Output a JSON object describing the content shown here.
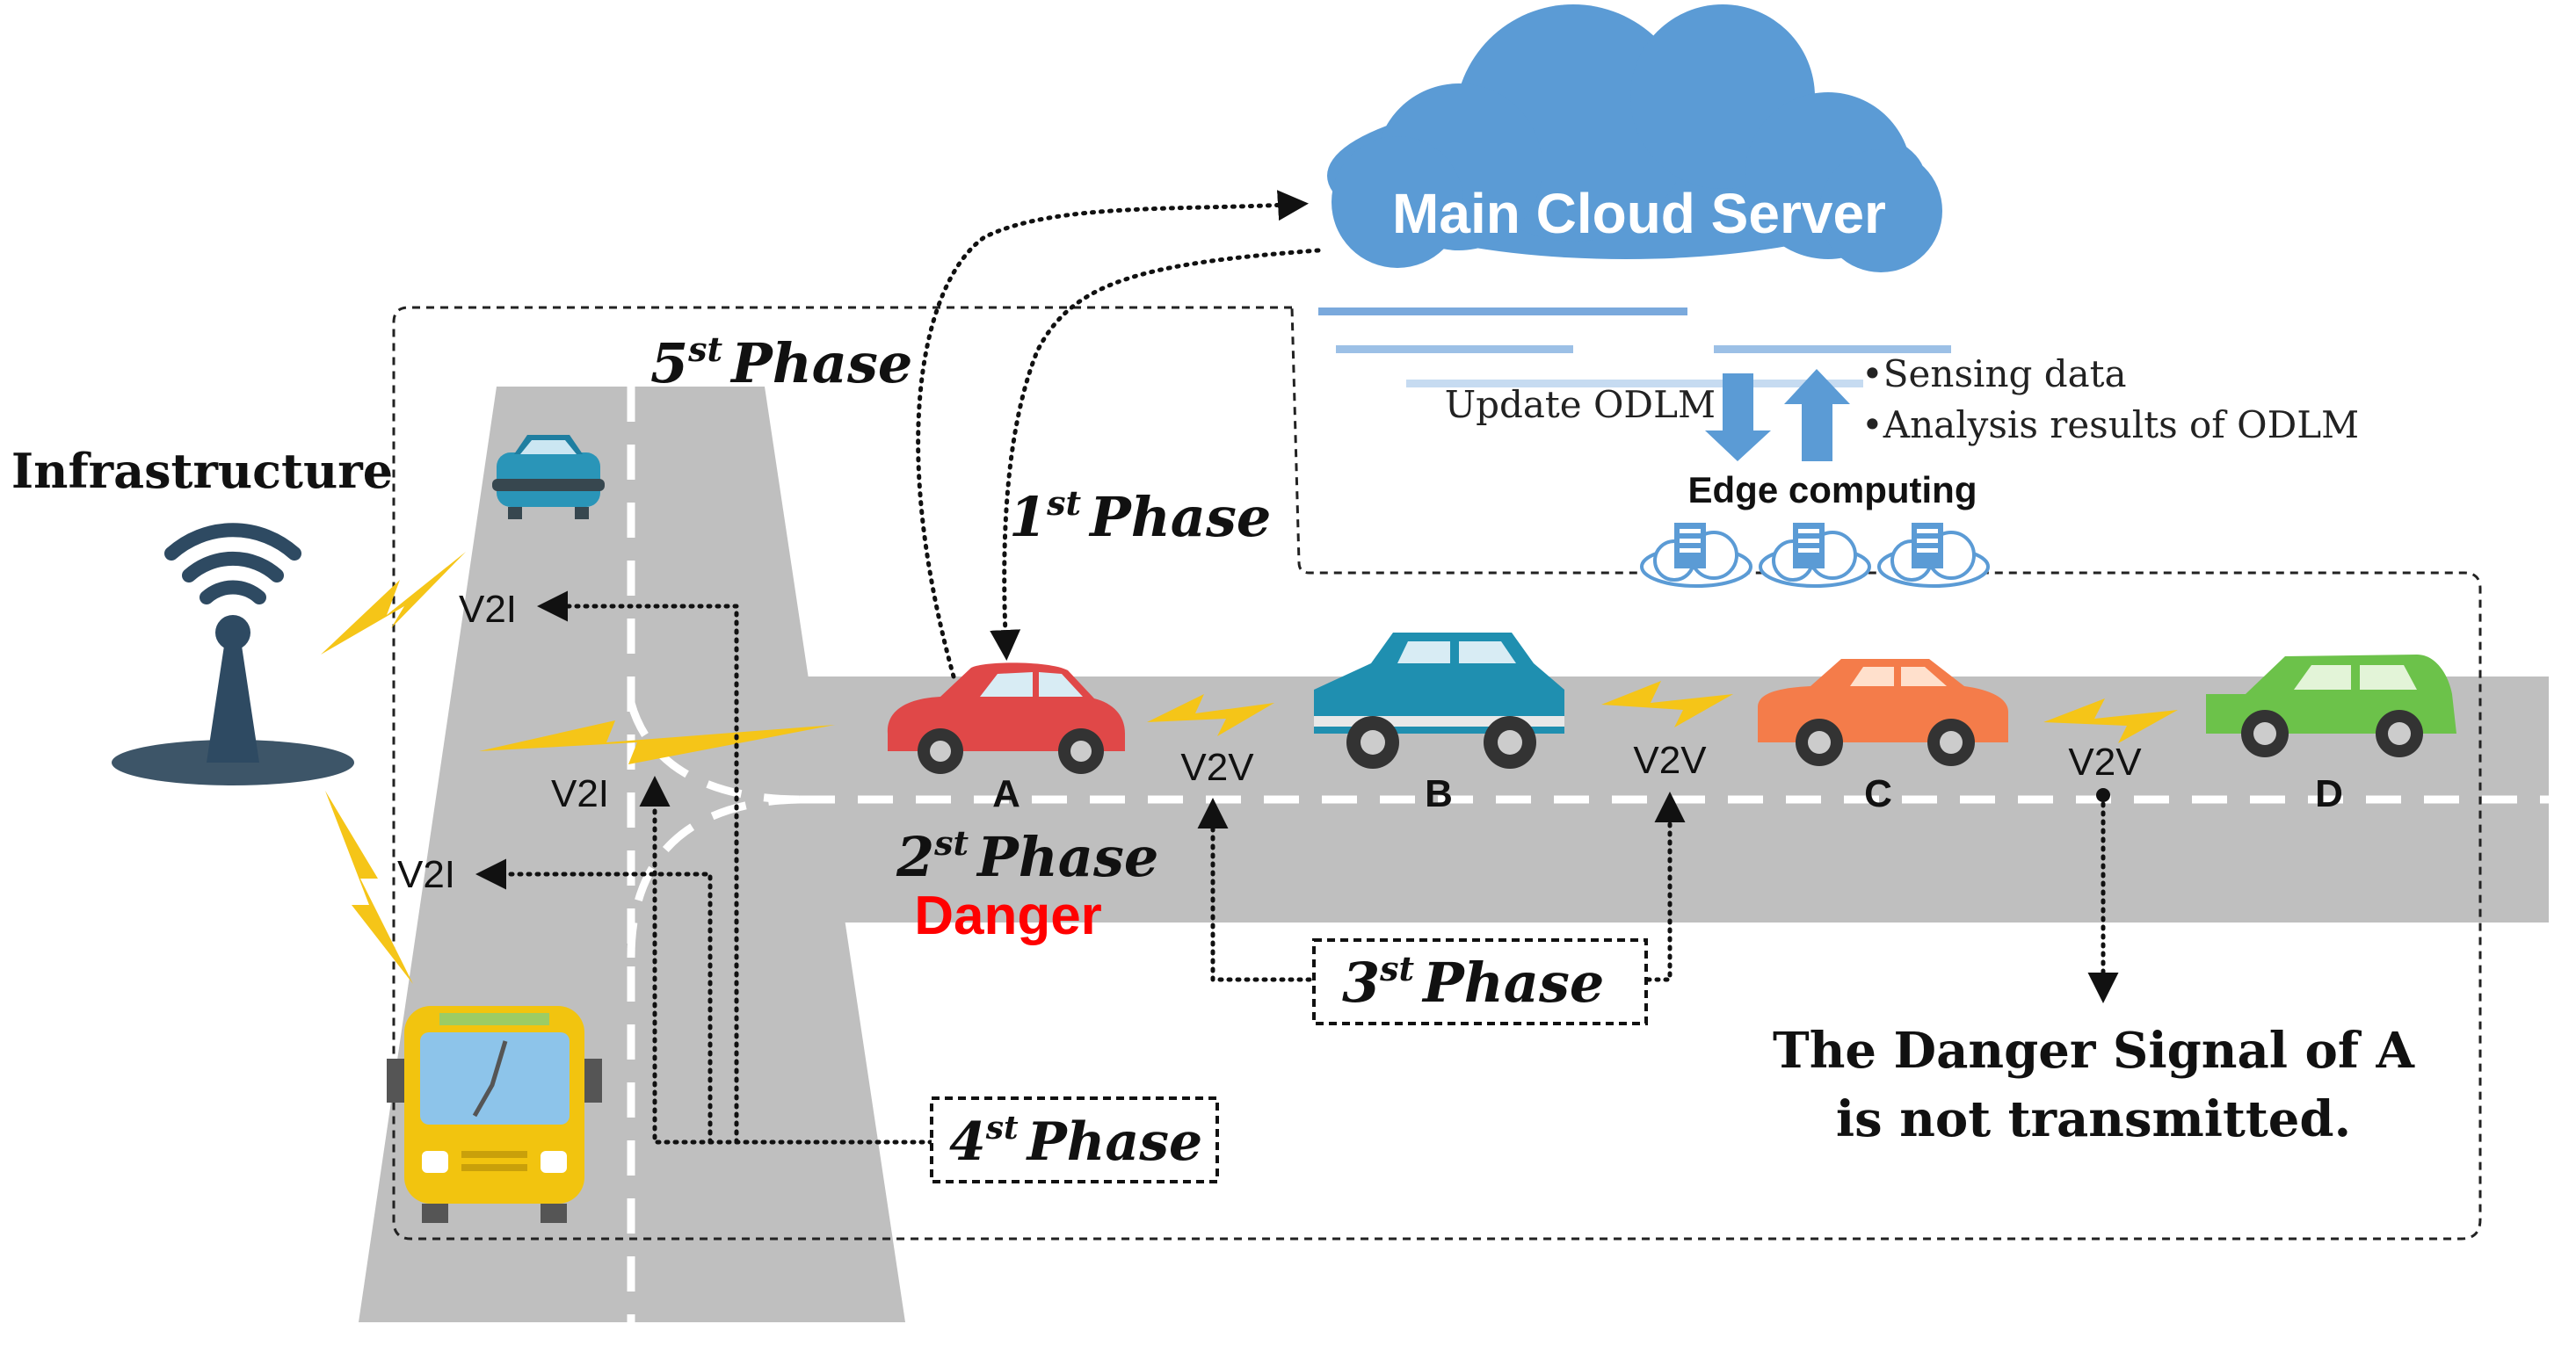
{
  "cloud": {
    "label": "Main Cloud Server",
    "color": "#5b9bd5"
  },
  "infrastructure": {
    "label": "Infrastructure"
  },
  "edge": {
    "label": "Edge computing",
    "update_label": "Update ODLM",
    "bullets": [
      "•Sensing data",
      "•Analysis results of ODLM"
    ]
  },
  "phases": {
    "p1": {
      "num": "1",
      "sup": "st",
      "word": "Phase"
    },
    "p2": {
      "num": "2",
      "sup": "st",
      "word": "Phase"
    },
    "p3": {
      "num": "3",
      "sup": "st",
      "word": "Phase"
    },
    "p4": {
      "num": "4",
      "sup": "st",
      "word": "Phase"
    },
    "p5": {
      "num": "5",
      "sup": "st",
      "word": "Phase"
    }
  },
  "danger": {
    "label": "Danger",
    "color": "#ff0000"
  },
  "vehicles": [
    {
      "id": "A",
      "color": "#e04848"
    },
    {
      "id": "B",
      "color": "#1f8fb0"
    },
    {
      "id": "C",
      "color": "#f47c4a"
    },
    {
      "id": "D",
      "color": "#6cc24a"
    }
  ],
  "links": {
    "v2v": "V2V",
    "v2i": "V2I"
  },
  "note": {
    "line1": "The Danger Signal of A",
    "line2": "is not transmitted."
  },
  "colors": {
    "road": "#bfbfbf",
    "bolt": "#f5c518",
    "bus": "#f2c40f",
    "tower": "#2e4a62"
  }
}
